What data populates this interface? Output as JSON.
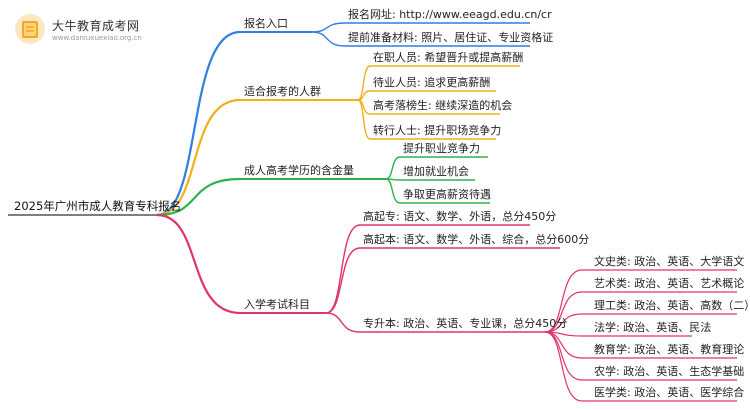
{
  "logo": {
    "title": "大牛教育成考网",
    "subtitle": "www.daniuxuexiao.org.cn"
  },
  "root": "2025年广州市成人教育专科报名",
  "branches": [
    {
      "label": "报名入口",
      "color": "#2f7fe0",
      "children": [
        {
          "label": "报名网址: http://www.eeagd.edu.cn/cr"
        },
        {
          "label": "提前准备材料: 照片、居住证、专业资格证"
        }
      ]
    },
    {
      "label": "适合报考的人群",
      "color": "#efb01b",
      "children": [
        {
          "label": "在职人员: 希望晋升或提高薪酬"
        },
        {
          "label": "待业人员: 追求更高薪酬"
        },
        {
          "label": "高考落榜生: 继续深造的机会"
        },
        {
          "label": "转行人士: 提升职场竞争力"
        }
      ]
    },
    {
      "label": "成人高考学历的含金量",
      "color": "#2fb24a",
      "children": [
        {
          "label": "提升职业竞争力"
        },
        {
          "label": "增加就业机会"
        },
        {
          "label": "争取更高薪资待遇"
        }
      ]
    },
    {
      "label": "入学考试科目",
      "color": "#e0336a",
      "children": [
        {
          "label": "高起专: 语文、数学、外语，总分450分"
        },
        {
          "label": "高起本: 语文、数学、外语、综合，总分600分"
        },
        {
          "label": "专升本: 政治、英语、专业课，总分450分",
          "children": [
            {
              "label": "文史类: 政治、英语、大学语文"
            },
            {
              "label": "艺术类: 政治、英语、艺术概论"
            },
            {
              "label": "理工类: 政治、英语、高数（二）"
            },
            {
              "label": "法学: 政治、英语、民法"
            },
            {
              "label": "教育学: 政治、英语、教育理论"
            },
            {
              "label": "农学: 政治、英语、生态学基础"
            },
            {
              "label": "医学类: 政治、英语、医学综合"
            }
          ]
        }
      ]
    }
  ]
}
